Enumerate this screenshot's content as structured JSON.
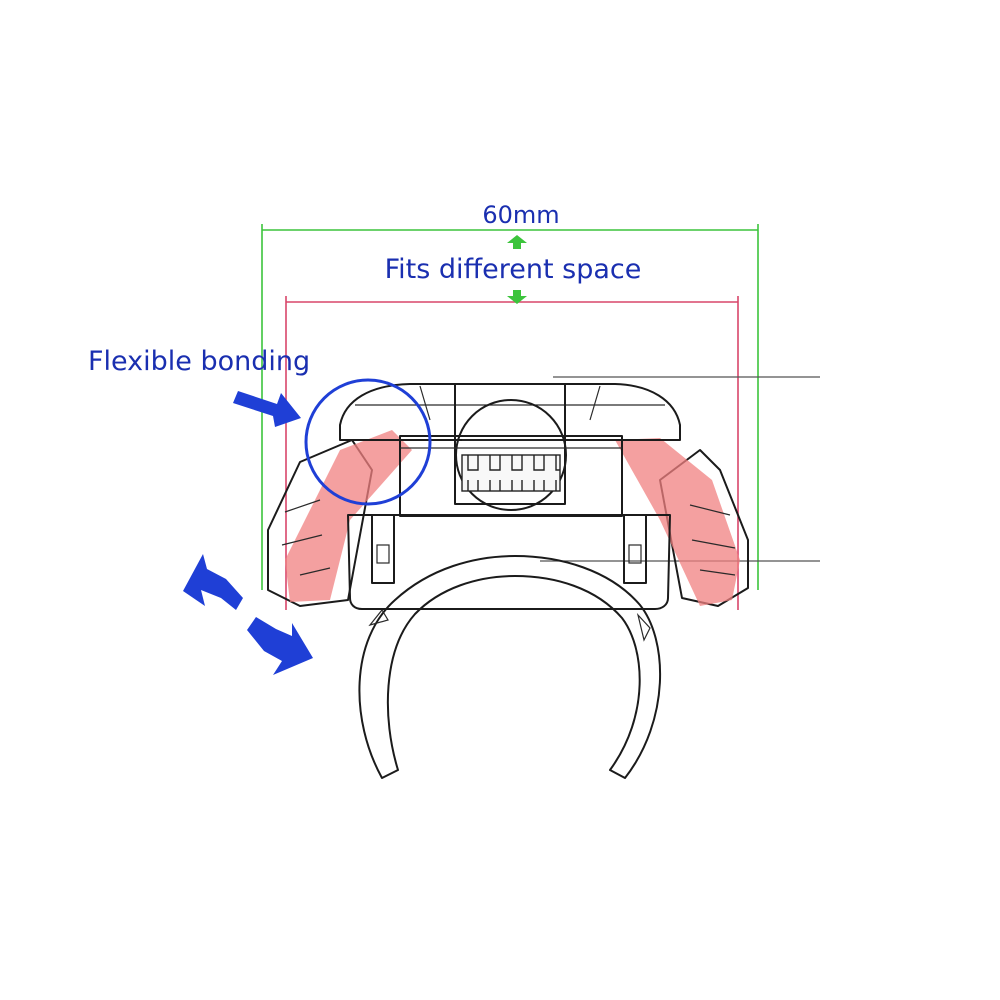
{
  "labels": {
    "width_dimension": "60mm",
    "fits_space": "Fits different space",
    "flexible_bonding": "Flexible bonding"
  },
  "colors": {
    "label_blue": "#1a2fb0",
    "arrow_blue": "#1f3fd6",
    "dimension_green": "#3cc43c",
    "dimension_red": "#d9466a",
    "flap_red": "#f08080",
    "outline": "#1b1b1b",
    "leader_gray": "#555555"
  },
  "icons": {
    "inward_arrow": "arrow-right-icon",
    "rotation_arrow": "curved-double-arrow-icon",
    "expand_arrow": "arrow-up-icon",
    "contract_arrow": "arrow-down-icon"
  }
}
